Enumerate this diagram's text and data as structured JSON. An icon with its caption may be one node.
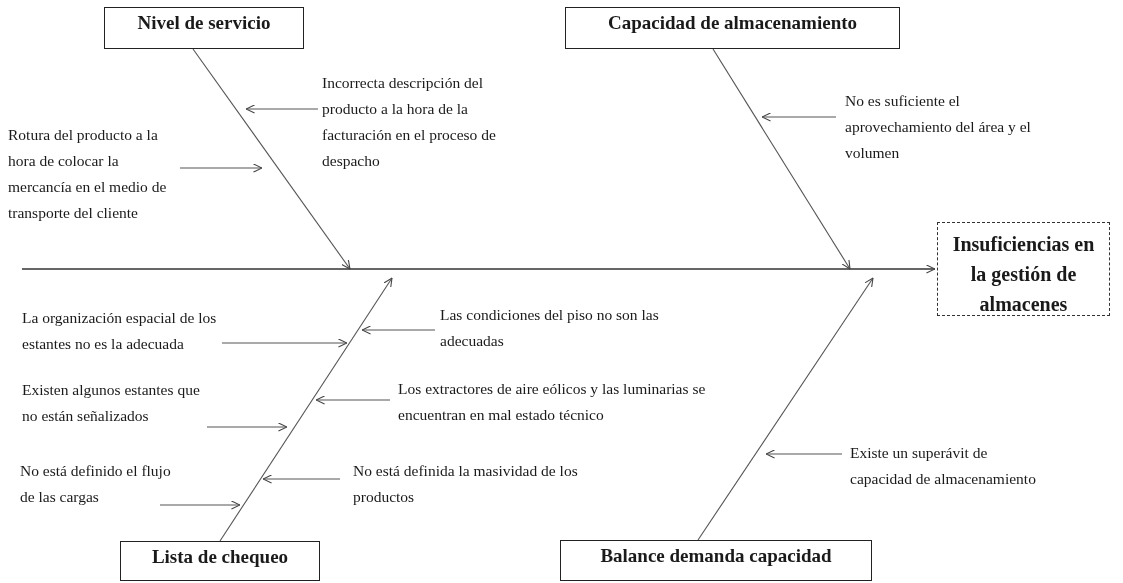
{
  "diagram": {
    "nodes": [
      {
        "text": [
          "Nivel de servicio"
        ]
      },
      {
        "text": [
          "Capacidad de almacenamiento"
        ]
      },
      {
        "text": [
          "Insuficiencias en la gestión de almacenes"
        ]
      },
      {
        "text": [
          "Lista de chequeo"
        ]
      },
      {
        "text": [
          "Balance demanda capacidad"
        ]
      },
      {
        "text": [
          "Incorrecta descripción del producto a la hora de la facturación en el proceso de despacho"
        ]
      },
      {
        "text": [
          "Rotura del producto a la hora de colocar la mercancía en el medio de transporte del cliente"
        ]
      },
      {
        "text": [
          "No es suficiente el aprovechamiento del área y el volumen"
        ]
      },
      {
        "text": [
          "La organización espacial de los estantes no es la adecuada"
        ]
      },
      {
        "text": [
          "Las condiciones del piso no son las adecuadas"
        ]
      },
      {
        "text": [
          "Existen algunos estantes que no están señalizados"
        ]
      },
      {
        "text": [
          "Los extractores de aire eólicos y las luminarias se encuentran en mal estado técnico"
        ]
      },
      {
        "text": [
          "No está definido el flujo de las cargas"
        ]
      },
      {
        "text": [
          "No está definida la masividad de los productos"
        ]
      },
      {
        "text": [
          "Existe un superávit de capacidad de almacenamiento"
        ]
      }
    ],
    "edges": [
      {
        "from": null,
        "to": 2,
        "arrow": "to"
      },
      {
        "from": 0,
        "to": null,
        "arrow": "to"
      },
      {
        "from": 1,
        "to": null,
        "arrow": "to"
      },
      {
        "from": 3,
        "to": null,
        "arrow": "to"
      },
      {
        "from": 4,
        "to": null,
        "arrow": "to"
      },
      {
        "from": 5,
        "to": null,
        "arrow": "to"
      },
      {
        "from": 6,
        "to": null,
        "arrow": "to"
      },
      {
        "from": 7,
        "to": null,
        "arrow": "to"
      },
      {
        "from": 8,
        "to": null,
        "arrow": "to"
      },
      {
        "from": 9,
        "to": null,
        "arrow": "to"
      },
      {
        "from": 10,
        "to": null,
        "arrow": "to"
      },
      {
        "from": 11,
        "to": null,
        "arrow": "to"
      },
      {
        "from": 12,
        "to": null,
        "arrow": "to"
      },
      {
        "from": 13,
        "to": null,
        "arrow": "to"
      },
      {
        "from": 14,
        "to": null,
        "arrow": "to"
      }
    ]
  }
}
